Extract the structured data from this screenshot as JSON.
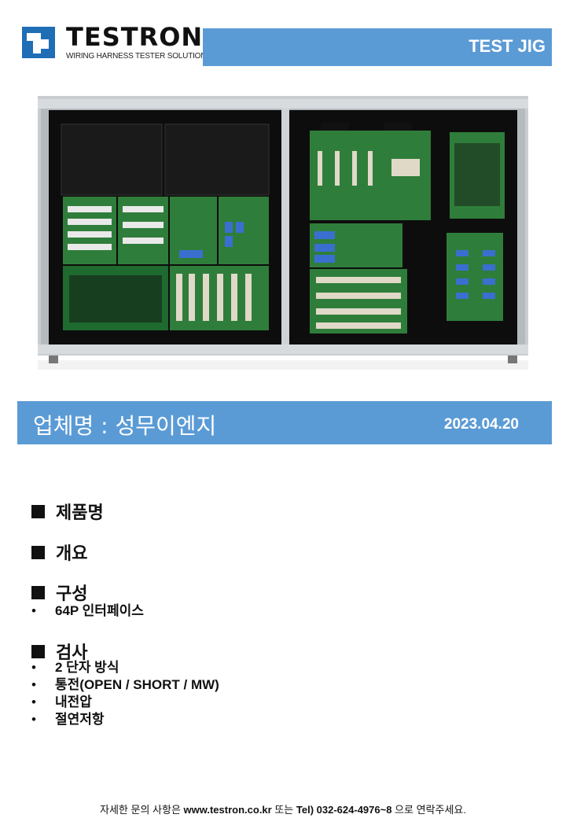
{
  "header": {
    "brand": "TESTRON",
    "tagline": "WIRING HARNESS TESTER SOLUTIONS",
    "badge": "TEST JIG",
    "colors": {
      "accent": "#5b9bd5",
      "logo": "#1f6db5"
    }
  },
  "photo": {
    "icon": "test-jig-photo"
  },
  "company": {
    "name": "업체명 : 성무이엔지",
    "date": "2023.04.20"
  },
  "sections": [
    {
      "title": "제품명",
      "items": []
    },
    {
      "title": "개요",
      "items": []
    },
    {
      "title": "구성",
      "items": [
        "64P 인터페이스"
      ]
    },
    {
      "title": "검사",
      "items": [
        "2 단자 방식",
        "통전(OPEN / SHORT / MW)",
        "내전압",
        "절연저항"
      ]
    }
  ],
  "footer": {
    "prefix": "자세한 문의 사항은 ",
    "website": "www.testron.co.kr",
    "middle": " 또는 ",
    "tel": "Tel) 032-624-4976~8",
    "suffix": " 으로 연락주세요."
  }
}
